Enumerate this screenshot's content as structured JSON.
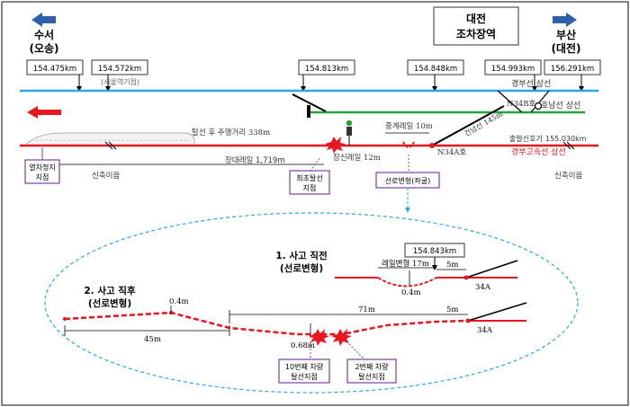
{
  "header": {
    "left_station_line1": "수서",
    "left_station_line2": "(오송)",
    "right_station_line1": "부산",
    "right_station_line2": "(대전)",
    "yard_line1": "대전",
    "yard_line2": "조차장역"
  },
  "km_posts": [
    "154.475km",
    "154.572km",
    "154.813km",
    "154.848km",
    "154.993km",
    "156.291km"
  ],
  "labels": {
    "seoul_mark": "(서울역기점)",
    "gyeongbu_up": "경부선 상선",
    "honam_up": "호남선 상선",
    "n34b": "N34B호",
    "derail_run": "탈선 후 주행거리 338m",
    "crossover": "건넘선 145m",
    "buffer_rail": "중계레일 10m",
    "signal": "출발신호기",
    "signal_km": "155.030km",
    "n34a": "N34A호",
    "ktx_up": "경부고속선 상선",
    "long_rail": "장대레일 1,719m",
    "expansion_rail": "장신레일 12m",
    "stop_point": "열차정지\n지점",
    "expansion_left": "신축이음",
    "expansion_right": "신축이음",
    "first_derail": "최초탈선\n지점",
    "track_deform": "선로변형(좌굴)"
  },
  "detail": {
    "before_title_1": "1. 사고 직전",
    "before_title_2": "(선로변형)",
    "before_km": "154.843km",
    "before_rail_deform": "레일변형 17m",
    "before_5m": "5m",
    "before_04m": "0.4m",
    "before_34a": "34A",
    "after_title_1": "2. 사고 직후",
    "after_title_2": "(선로변형)",
    "after_04m": "0.4m",
    "after_45m": "45m",
    "after_71m": "71m",
    "after_5m": "5m",
    "after_068m": "0.68m",
    "after_34a": "34A",
    "car10": "10번째 차량\n탈선지점",
    "car2": "2번째 차량\n탈선지점"
  },
  "colors": {
    "blue_line": "#2aa7e8",
    "green_line": "#22a63a",
    "red_line": "#e8161d",
    "arrow_blue": "#2f5fa8",
    "box_purple": "#7b3fa0"
  }
}
